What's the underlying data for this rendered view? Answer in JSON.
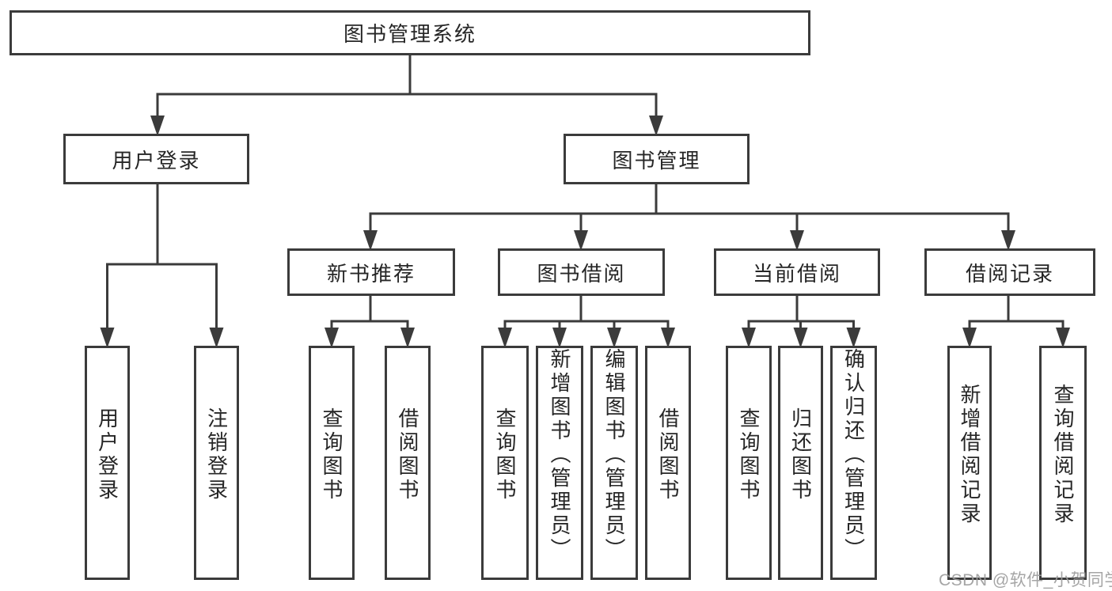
{
  "tree": {
    "label": "图书管理系统",
    "children": [
      {
        "label": "用户登录",
        "children": [
          {
            "label": "用户登录"
          },
          {
            "label": "注销登录"
          }
        ]
      },
      {
        "label": "图书管理",
        "children": [
          {
            "label": "新书推荐",
            "children": [
              {
                "label": "查询图书"
              },
              {
                "label": "借阅图书"
              }
            ]
          },
          {
            "label": "图书借阅",
            "children": [
              {
                "label": "查询图书"
              },
              {
                "label": "新增图书（管理员）"
              },
              {
                "label": "编辑图书（管理员）"
              },
              {
                "label": "借阅图书"
              }
            ]
          },
          {
            "label": "当前借阅",
            "children": [
              {
                "label": "查询图书"
              },
              {
                "label": "归还图书"
              },
              {
                "label": "确认归还（管理员）"
              }
            ]
          },
          {
            "label": "借阅记录",
            "children": [
              {
                "label": "新增借阅记录"
              },
              {
                "label": "查询借阅记录"
              }
            ]
          }
        ]
      }
    ]
  },
  "watermark": {
    "text": "CSDN @软件_小贺同学"
  },
  "colors": {
    "line": "#3b3b3b",
    "text": "#262626",
    "background": "#ffffff",
    "watermark": "#9c9c9c"
  }
}
